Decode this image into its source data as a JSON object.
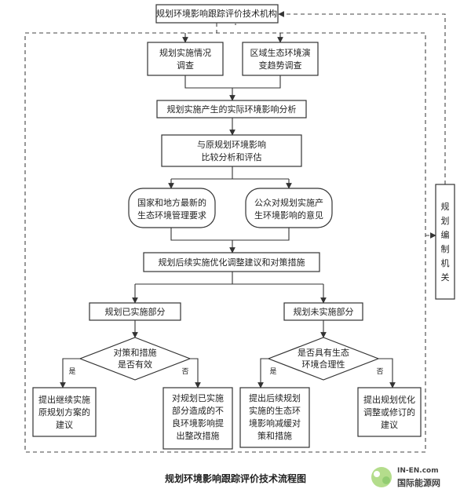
{
  "diagram": {
    "top_org": "规划环境影响跟踪评价技术机构",
    "plan_status_survey": [
      "规划实施情况",
      "调查"
    ],
    "eco_trend_survey": [
      "区域生态环境演",
      "变趋势调查"
    ],
    "actual_impact_analysis": "规划实施产生的实际环境影响分析",
    "compare_eval": [
      "与原规划环境影响",
      "比较分析和评估"
    ],
    "national_requirements": [
      "国家和地方最新的",
      "生态环境管理要求"
    ],
    "public_opinion": [
      "公众对规划实施产",
      "生环境影响的意见"
    ],
    "optimization": "规划后续实施优化调整建议和对策措施",
    "implemented_part": "规划已实施部分",
    "unimplemented_part": "规划未实施部分",
    "decision_left": [
      "对策和措施",
      "是否有效"
    ],
    "decision_right": [
      "是否具有生态",
      "环境合理性"
    ],
    "yes": "是",
    "no": "否",
    "out1": [
      "提出继续实施",
      "原规划方案的",
      "建议"
    ],
    "out2": [
      "对规划已实施",
      "部分造成的不",
      "良环境影响提",
      "出整改措施"
    ],
    "out3": [
      "提出后续规划",
      "实施的生态环",
      "境影响减缓对",
      "策和措施"
    ],
    "out4": [
      "提出规划优化",
      "调整或修订的",
      "建议"
    ],
    "authority": [
      "规",
      "划",
      "编",
      "制",
      "机",
      "关"
    ],
    "caption": "规划环境影响跟踪评价技术流程图",
    "watermark_brand": "IN-EN.com",
    "watermark_name": "国际能源网"
  }
}
